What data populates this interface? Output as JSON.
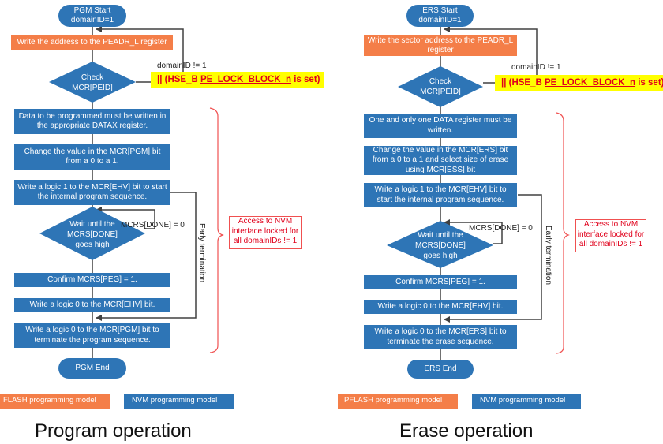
{
  "program": {
    "start": {
      "line1": "PGM Start",
      "line2": "domainID=1"
    },
    "write_address": "Write the address to the PEADR_L register",
    "check": {
      "line1": "Check",
      "line2": "MCR[PEID]"
    },
    "domain_cond": "domainID != 1",
    "lock_cond_prefix": "|| (HSE_B ",
    "lock_cond_ul": "PE_LOCK_BLOCK_n",
    "lock_cond_suffix": " is set)",
    "steps": [
      "Data to be programmed must be written in the appropriate DATAX register.",
      "Change the value in the MCR[PGM] bit from a 0 to a 1.",
      "Write a logic 1 to the MCR[EHV] bit to start the internal program sequence."
    ],
    "wait": {
      "line1": "Wait until the",
      "line2": "MCRS[DONE]",
      "line3": "goes high"
    },
    "done_cond": "MCRS[DONE] = 0",
    "confirm": "Confirm MCRS[PEG] = 1.",
    "write_ehv0": "Write a logic 0 to the MCR[EHV] bit.",
    "terminate": "Write a logic 0 to the MCR[PGM] bit to terminate the program sequence.",
    "early": "Early termination",
    "access": {
      "line1": "Access to NVM",
      "line2": "interface locked for",
      "line3": "all domainIDs != 1"
    },
    "end": "PGM End",
    "legend_flash": "FLASH programming model",
    "legend_nvm": "NVM programming model",
    "caption": "Program operation"
  },
  "erase": {
    "start": {
      "line1": "ERS Start",
      "line2": "domainID=1"
    },
    "write_address": "Write the sector address to the PEADR_L register",
    "check": {
      "line1": "Check",
      "line2": "MCR[PEID]"
    },
    "domain_cond": "domainID != 1",
    "lock_cond_prefix": "|| (HSE_B ",
    "lock_cond_ul": "PE_LOCK_BLOCK_n",
    "lock_cond_suffix": " is set)",
    "steps": [
      "One and only one DATA register must be written.",
      "Change the value in the MCR[ERS] bit from a 0 to a 1 and select size of erase using MCR[ESS] bit",
      "Write a logic 1 to the MCR[EHV] bit to start the internal program sequence."
    ],
    "wait": {
      "line1": "Wait until the",
      "line2": "MCRS[DONE]",
      "line3": "goes high"
    },
    "done_cond": "MCRS[DONE] = 0",
    "confirm": "Confirm MCRS[PEG] = 1.",
    "write_ehv0": "Write a logic 0 to the MCR[EHV] bit.",
    "terminate": "Write a logic 0 to the MCR[ERS] bit to terminate the erase sequence.",
    "early": "Early termination",
    "access": {
      "line1": "Access to NVM",
      "line2": "interface locked for",
      "line3": "all domainIDs != 1"
    },
    "end": "ERS End",
    "legend_flash": "PFLASH programming model",
    "legend_nvm": "NVM programming model",
    "caption": "Erase operation"
  },
  "colors": {
    "process": "#2E75B6",
    "flash_model": "#F47E48",
    "highlight": "#FFFF00",
    "alert": "#E0001B"
  }
}
